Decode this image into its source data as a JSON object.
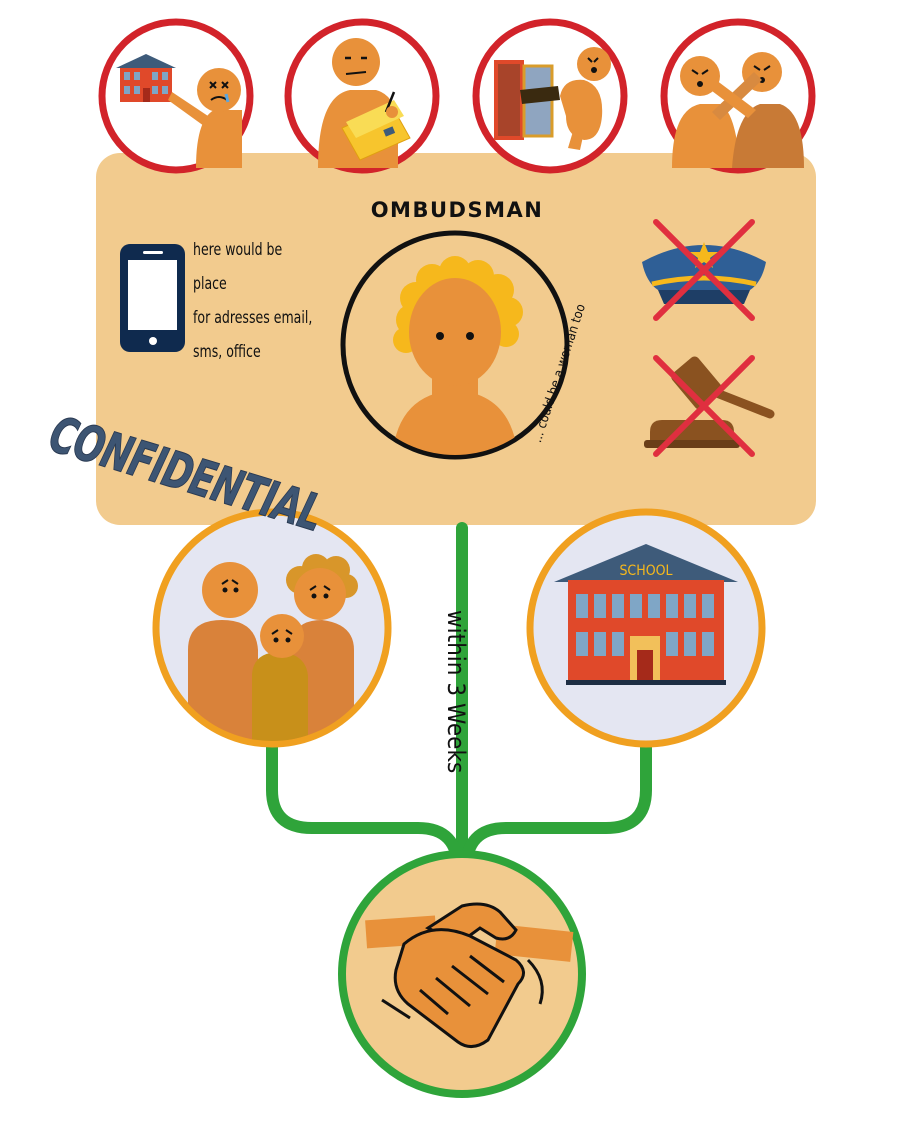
{
  "ombudsman": {
    "title": "OMBUDSMAN",
    "note": "... could be a woman too",
    "contact_lines": [
      "here would be",
      "place",
      "for adresses email,",
      "sms, office"
    ]
  },
  "confidential_label": "CONFIDENTIAL",
  "timeframe_label": "within 3 Weeks",
  "school_sign": "SCHOOL",
  "colors": {
    "panel": "#f2cb8e",
    "skin": "#e8913a",
    "problem_ring": "#d2232a",
    "party_ring": "#f0a020",
    "path_green": "#2fa43a",
    "hair": "#f6b81c",
    "cross_red": "#e02f3f",
    "school_red": "#e0492a",
    "school_roof": "#3e5b7a"
  },
  "icons": {
    "problems": [
      "school-complaint-icon",
      "writing-report-icon",
      "door-kick-icon",
      "fight-icon"
    ],
    "left": "phone-icon",
    "right": [
      "no-police-icon",
      "no-court-gavel-icon"
    ],
    "parties": [
      "family-icon",
      "school-building-icon"
    ],
    "agreement": "handshake-icon"
  }
}
